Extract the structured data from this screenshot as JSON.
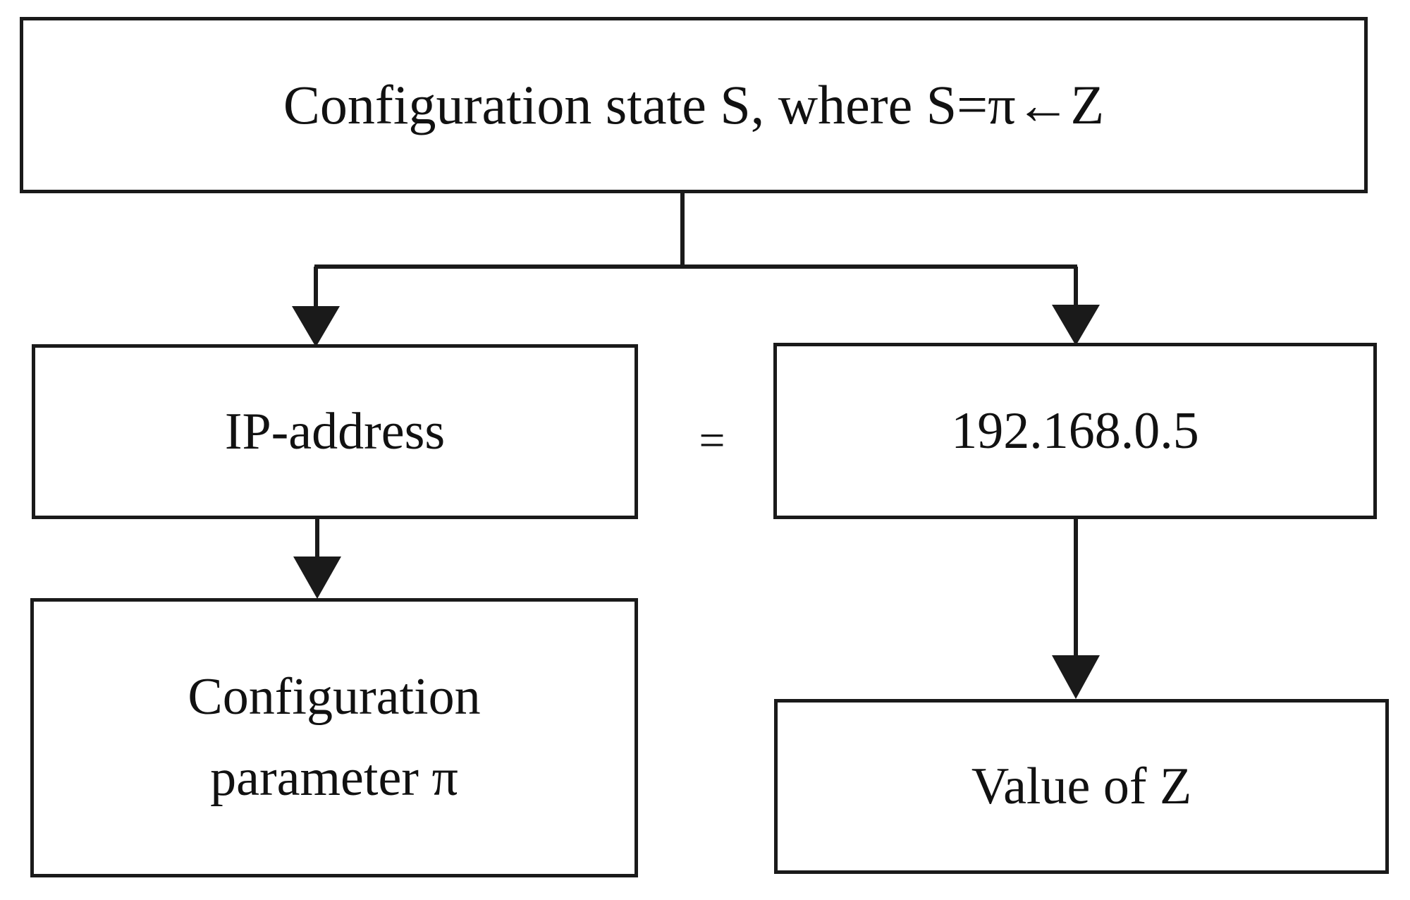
{
  "diagram": {
    "title_box": {
      "label": "Configuration state S, where S=π←Z"
    },
    "parameter_name_box": {
      "label": "IP-address"
    },
    "parameter_value_box": {
      "label": "192.168.0.5"
    },
    "parameter_role_box": {
      "label": "Configuration\nparameter π"
    },
    "value_role_box": {
      "label": "Value of Z"
    },
    "equals": {
      "label": "="
    },
    "symbols": {
      "pi": "π",
      "left_arrow": "←",
      "zeta": "Z",
      "state": "S"
    },
    "colors": {
      "stroke": "#1a1a1a",
      "background": "#ffffff",
      "text": "#111111"
    },
    "edges": [
      {
        "name": "state-to-ip-address",
        "from": "title_box",
        "to": "parameter_name_box",
        "style": "elbow-arrow"
      },
      {
        "name": "state-to-ip-value",
        "from": "title_box",
        "to": "parameter_value_box",
        "style": "elbow-arrow"
      },
      {
        "name": "ip-address-to-parameter",
        "from": "parameter_name_box",
        "to": "parameter_role_box",
        "style": "straight-arrow"
      },
      {
        "name": "ip-value-to-value-of-z",
        "from": "parameter_value_box",
        "to": "value_role_box",
        "style": "straight-arrow"
      }
    ]
  }
}
